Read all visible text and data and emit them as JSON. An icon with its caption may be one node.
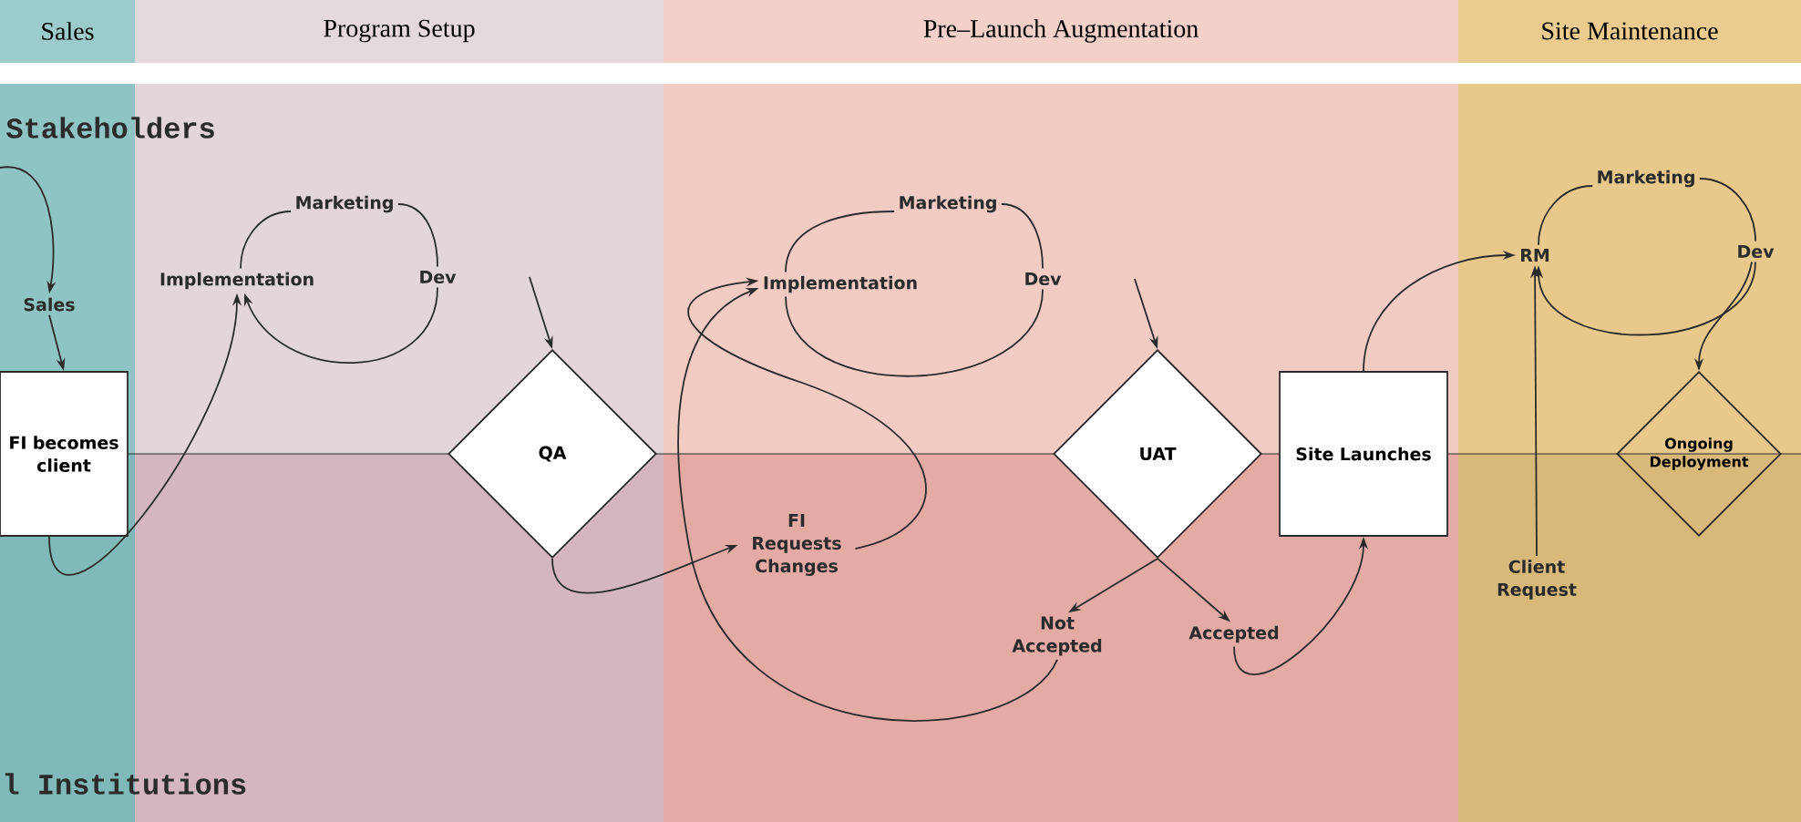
{
  "diagram": {
    "nodes": [
      {
        "text": [
          "Sales"
        ]
      },
      {
        "text": [
          "Program Setup"
        ]
      },
      {
        "text": [
          "Pre–Launch Augmentation"
        ]
      },
      {
        "text": [
          "Site Maintenance"
        ]
      },
      {
        "text": [
          "Sales"
        ]
      },
      {
        "text": [
          "FI becomes client"
        ]
      },
      {
        "text": [
          "Implementation"
        ]
      },
      {
        "text": [
          "Marketing"
        ]
      },
      {
        "text": [
          "Dev"
        ]
      },
      {
        "text": [
          "QA"
        ]
      },
      {
        "text": [
          "Implementation"
        ]
      },
      {
        "text": [
          "Marketing"
        ]
      },
      {
        "text": [
          "Dev"
        ]
      },
      {
        "text": [
          "FI Requests Changes"
        ]
      },
      {
        "text": [
          "UAT"
        ]
      },
      {
        "text": [
          "Not Accepted"
        ]
      },
      {
        "text": [
          "Accepted"
        ]
      },
      {
        "text": [
          "Site Launches"
        ]
      },
      {
        "text": [
          "RM"
        ]
      },
      {
        "text": [
          "Marketing"
        ]
      },
      {
        "text": [
          "Dev"
        ]
      },
      {
        "text": [
          "Ongoing Deployment"
        ]
      },
      {
        "text": [
          "Client Request"
        ]
      }
    ],
    "edges": [
      {
        "from": null,
        "to": 4,
        "arrow": "to"
      },
      {
        "from": 4,
        "to": 5,
        "arrow": "to"
      },
      {
        "from": 5,
        "to": 6,
        "arrow": "to"
      },
      {
        "from": 6,
        "to": 7,
        "arrow": "none"
      },
      {
        "from": 7,
        "to": 8,
        "arrow": "none"
      },
      {
        "from": 8,
        "to": 6,
        "arrow": "to"
      },
      {
        "from": 8,
        "to": 9,
        "arrow": "to"
      },
      {
        "from": 9,
        "to": 13,
        "arrow": "to"
      },
      {
        "from": 13,
        "to": 10,
        "arrow": "to"
      },
      {
        "from": 10,
        "to": 11,
        "arrow": "none"
      },
      {
        "from": 11,
        "to": 12,
        "arrow": "none"
      },
      {
        "from": 12,
        "to": 10,
        "arrow": "none"
      },
      {
        "from": 12,
        "to": 14,
        "arrow": "to"
      },
      {
        "from": 14,
        "to": 15,
        "arrow": "to"
      },
      {
        "from": 14,
        "to": 16,
        "arrow": "to"
      },
      {
        "from": 15,
        "to": 10,
        "arrow": "to"
      },
      {
        "from": 16,
        "to": 17,
        "arrow": "to"
      },
      {
        "from": 17,
        "to": 18,
        "arrow": "to"
      },
      {
        "from": 18,
        "to": 19,
        "arrow": "none"
      },
      {
        "from": 19,
        "to": 20,
        "arrow": "none"
      },
      {
        "from": 20,
        "to": 18,
        "arrow": "to"
      },
      {
        "from": 20,
        "to": 21,
        "arrow": "to"
      },
      {
        "from": 22,
        "to": 18,
        "arrow": "to"
      }
    ],
    "labels": [
      "Stakeholders",
      "l Institutions"
    ]
  }
}
